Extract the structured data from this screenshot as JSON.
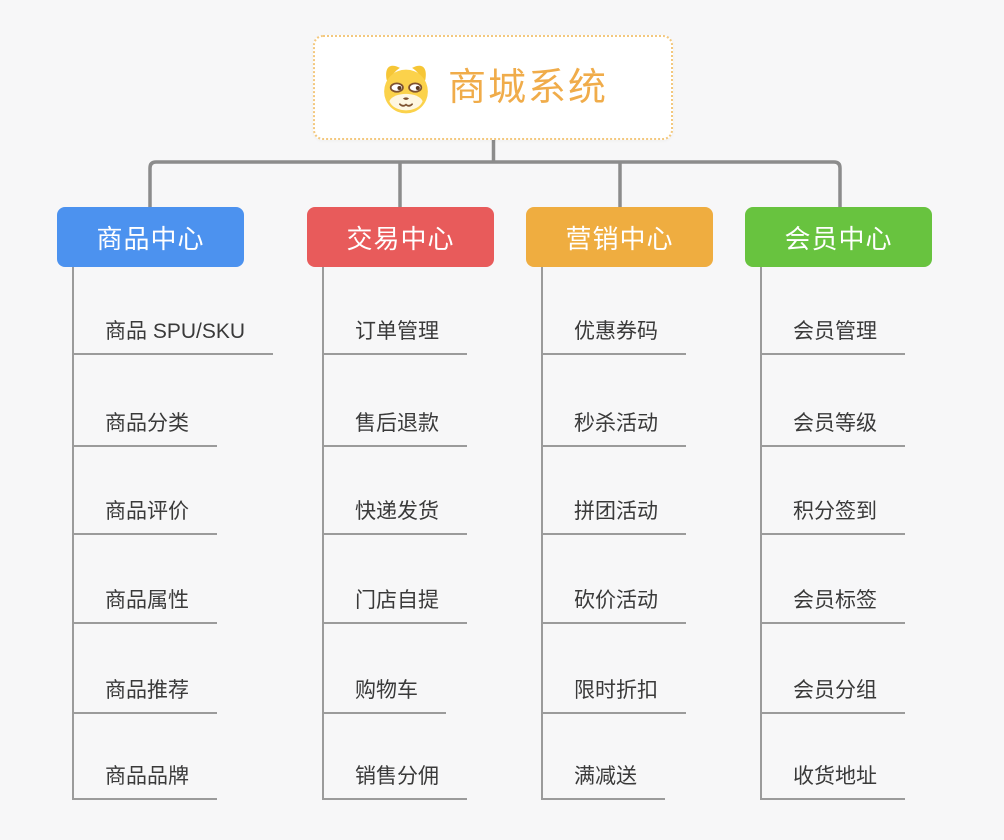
{
  "root": {
    "title": "商城系统",
    "icon": "dog-icon"
  },
  "branches": [
    {
      "label": "商品中心",
      "color": "#4c92ef",
      "items": [
        "商品 SPU/SKU",
        "商品分类",
        "商品评价",
        "商品属性",
        "商品推荐",
        "商品品牌"
      ]
    },
    {
      "label": "交易中心",
      "color": "#e85b5b",
      "items": [
        "订单管理",
        "售后退款",
        "快递发货",
        "门店自提",
        "购物车",
        "销售分佣"
      ]
    },
    {
      "label": "营销中心",
      "color": "#efad40",
      "items": [
        "优惠券码",
        "秒杀活动",
        "拼团活动",
        "砍价活动",
        "限时折扣",
        "满减送"
      ]
    },
    {
      "label": "会员中心",
      "color": "#68c33f",
      "items": [
        "会员管理",
        "会员等级",
        "积分签到",
        "会员标签",
        "会员分组",
        "收货地址"
      ]
    }
  ],
  "colors": {
    "background": "#f7f7f8",
    "connector": "#8c8c8c",
    "underline": "#9b9b9b",
    "root_text": "#f0ac4a",
    "root_border": "#f3c87e",
    "item_text": "#3a3a3a"
  }
}
